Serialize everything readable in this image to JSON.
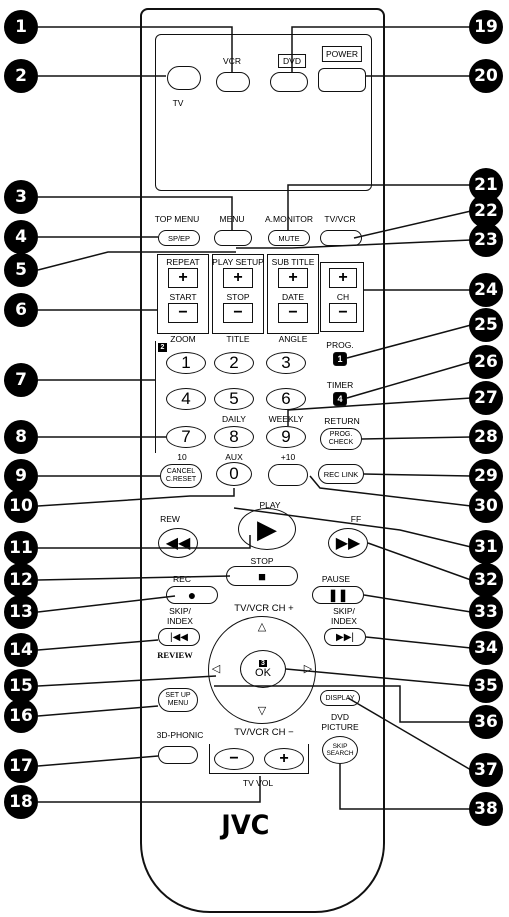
{
  "labels": {
    "vcr": "VCR",
    "dvd": "DVD",
    "power": "POWER",
    "tv": "TV",
    "top_menu": "TOP MENU",
    "sp_ep": "SP/EP",
    "menu": "MENU",
    "a_monitor": "A.MONITOR",
    "mute": "MUTE",
    "tv_vcr": "TV/VCR",
    "repeat": "REPEAT",
    "start": "START",
    "zoom": "ZOOM",
    "play_setup": "PLAY SETUP",
    "stop_small": "STOP",
    "title": "TITLE",
    "sub_title": "SUB TITLE",
    "date": "DATE",
    "angle": "ANGLE",
    "ch": "CH",
    "plus": "+",
    "minus": "−",
    "prog": "PROG.",
    "timer": "TIMER",
    "return": "RETURN",
    "prog_check": "PROG. CHECK",
    "rec_link": "REC LINK",
    "daily": "DAILY",
    "weekly": "WEEKLY",
    "ten": "10",
    "aux": "AUX",
    "plus10": "+10",
    "cancel": "CANCEL C.RESET",
    "play": "PLAY",
    "rew": "REW",
    "ff": "FF",
    "stop": "STOP",
    "rec": "REC",
    "pause": "PAUSE",
    "skip_index_l": "SKIP/ INDEX",
    "skip_index_r": "SKIP/ INDEX",
    "review": "REVIEW",
    "tvvcr_ch_plus": "TV/VCR CH +",
    "tvvcr_ch_minus": "TV/VCR CH −",
    "ok": "OK",
    "set_up_menu": "SET UP MENU",
    "display": "DISPLAY",
    "dvd_picture": "DVD PICTURE",
    "skip_search": "SKIP SEARCH",
    "phonic": "3D-PHONIC",
    "tv_vol": "TV VOL",
    "brand": "JVC"
  },
  "digits": [
    "1",
    "2",
    "3",
    "4",
    "5",
    "6",
    "7",
    "8",
    "9",
    "0"
  ],
  "callouts_left": [
    "1",
    "2",
    "3",
    "4",
    "5",
    "6",
    "7",
    "8",
    "9",
    "10",
    "11",
    "12",
    "13",
    "14",
    "15",
    "16",
    "17",
    "18"
  ],
  "callouts_right": [
    "19",
    "20",
    "21",
    "22",
    "23",
    "24",
    "25",
    "26",
    "27",
    "28",
    "29",
    "30",
    "31",
    "32",
    "33",
    "34",
    "35",
    "36",
    "37",
    "38"
  ],
  "badges": [
    "2",
    "1",
    "4",
    "3"
  ]
}
